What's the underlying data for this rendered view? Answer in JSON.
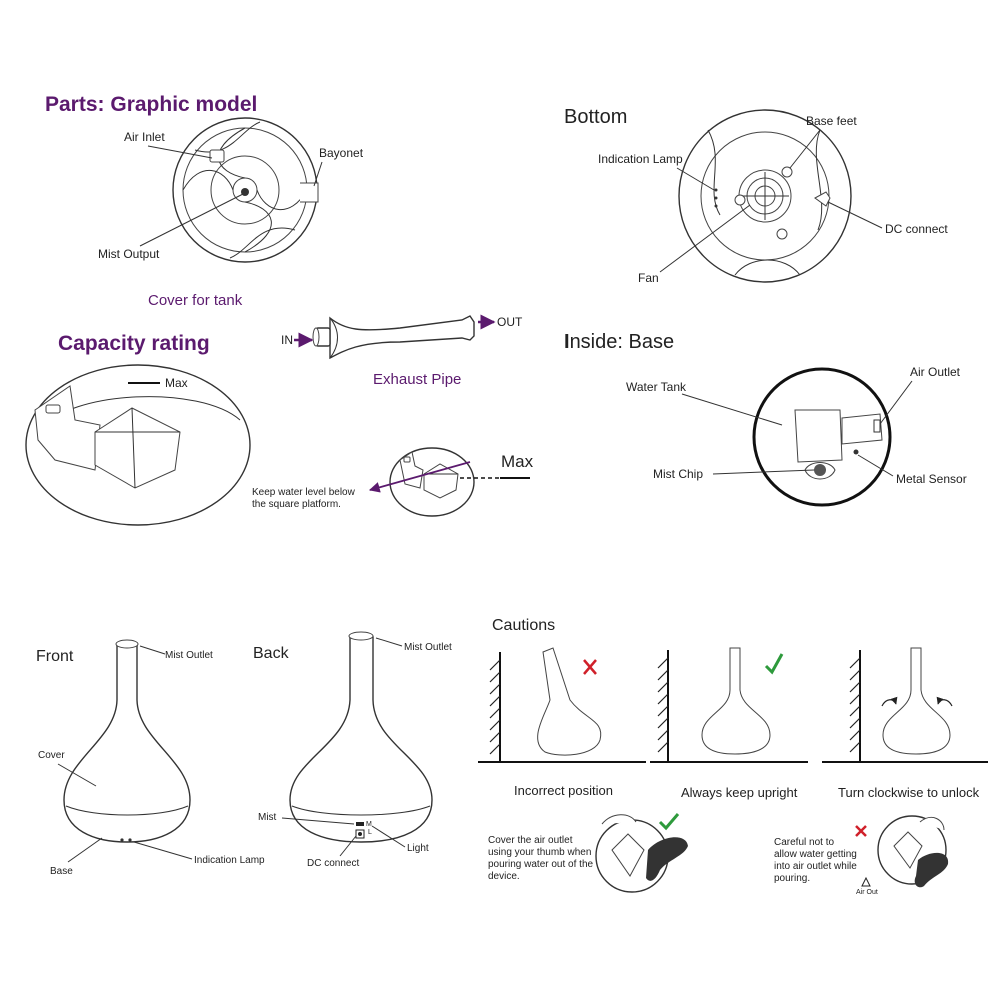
{
  "parts": {
    "title": "Parts: Graphic model",
    "air_inlet": "Air Inlet",
    "bayonet": "Bayonet",
    "mist_output": "Mist Output",
    "cover_caption": "Cover for tank"
  },
  "bottom": {
    "title": "Bottom",
    "base_feet": "Base feet",
    "indication_lamp": "Indication Lamp",
    "dc_connect": "DC connect",
    "fan": "Fan"
  },
  "capacity": {
    "title": "Capacity rating",
    "max": "Max",
    "max_2": "Max",
    "keep_water_line1": "Keep water level below",
    "keep_water_line2": "the square platform."
  },
  "exhaust": {
    "in": "IN",
    "out": "OUT",
    "caption": "Exhaust Pipe"
  },
  "inside": {
    "title_initial": "I",
    "title_rest": "nside: Base",
    "water_tank": "Water Tank",
    "air_outlet": "Air Outlet",
    "mist_chip": "Mist Chip",
    "metal_sensor": "Metal Sensor"
  },
  "front": {
    "title": "Front",
    "mist_outlet": "Mist Outlet",
    "cover": "Cover",
    "base": "Base",
    "indication_lamp": "Indication Lamp"
  },
  "back": {
    "title": "Back",
    "mist_outlet": "Mist Outlet",
    "mist": "Mist",
    "light": "Light",
    "dc_connect": "DC connect",
    "switch_m": "M",
    "switch_l": "L"
  },
  "cautions": {
    "title": "Cautions",
    "incorrect_position": "Incorrect position",
    "always_upright": "Always keep upright",
    "turn_clockwise": "Turn clockwise to unlock",
    "cover_outlet_lines": [
      "Cover the air outlet",
      "using your thumb when",
      "pouring water out of the",
      "device."
    ],
    "careful_lines": [
      "Careful not to",
      "allow water getting",
      "into air outlet while",
      "pouring."
    ],
    "air_out": "Air Out"
  },
  "colors": {
    "heading_purple": "#5b1a6e",
    "cross_red": "#d0202a",
    "check_green": "#2e9a3c",
    "arrow_purple": "#5b1a6e"
  }
}
